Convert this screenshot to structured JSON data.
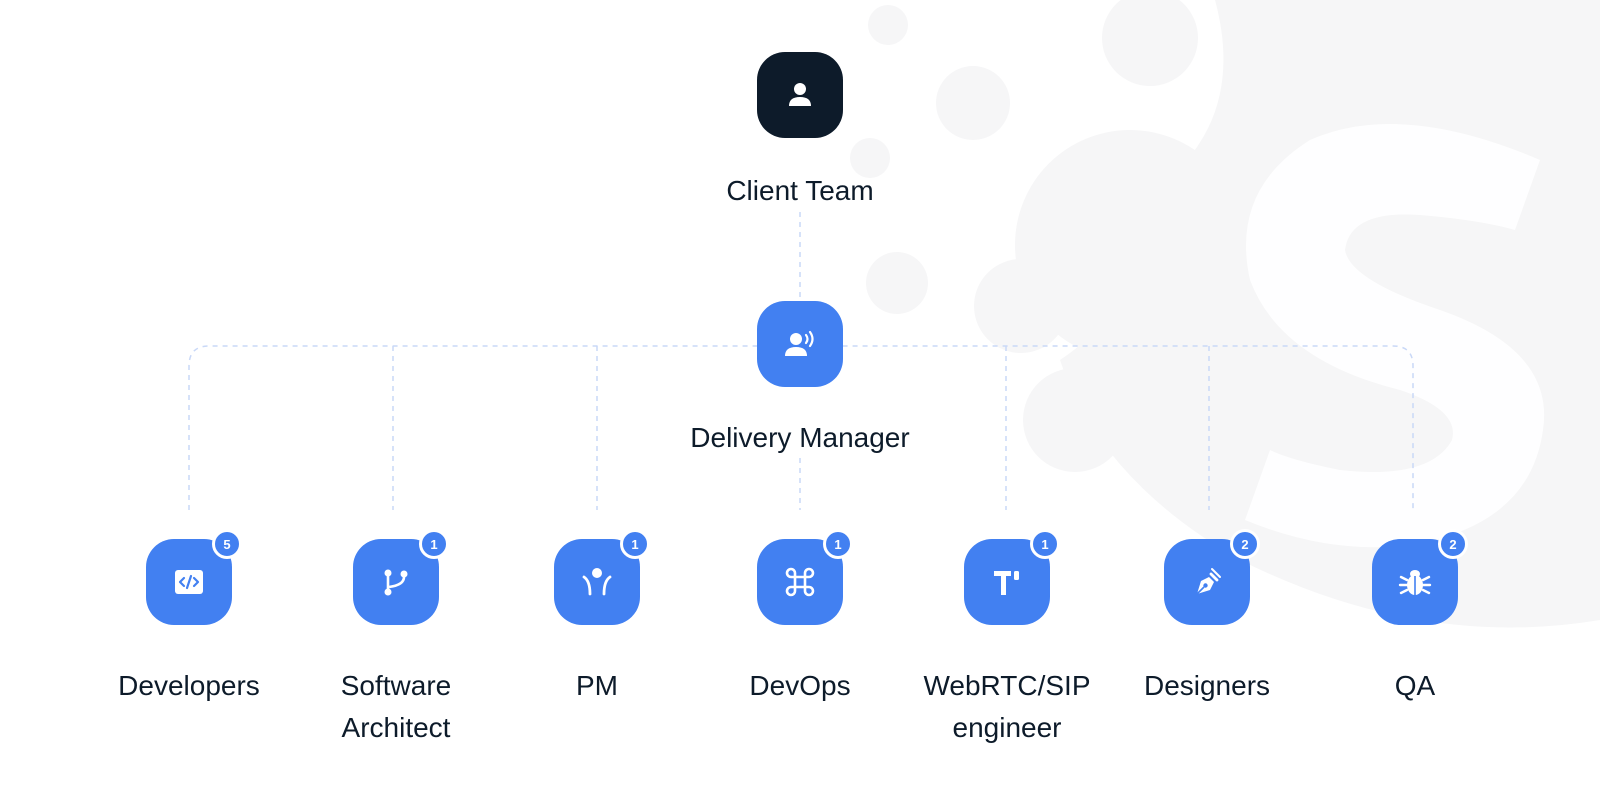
{
  "top": {
    "label": "Client Team",
    "icon": "user-icon"
  },
  "manager": {
    "label": "Delivery Manager",
    "icon": "user-voice-icon"
  },
  "roles": [
    {
      "label": "Developers",
      "count": "5",
      "icon": "code-icon"
    },
    {
      "label": "Software Architect",
      "count": "1",
      "icon": "git-branch-icon"
    },
    {
      "label": "PM",
      "count": "1",
      "icon": "person-arms-icon"
    },
    {
      "label": "DevOps",
      "count": "1",
      "icon": "command-icon"
    },
    {
      "label": "WebRTC/SIP engineer",
      "count": "1",
      "icon": "t-letter-icon"
    },
    {
      "label": "Designers",
      "count": "2",
      "icon": "pen-nib-icon"
    },
    {
      "label": "QA",
      "count": "2",
      "icon": "bug-icon"
    }
  ],
  "colors": {
    "accent": "#4280f1",
    "dark": "#0d1b2a",
    "connector": "#c9d8f7",
    "decor": "#f7f7f8"
  }
}
